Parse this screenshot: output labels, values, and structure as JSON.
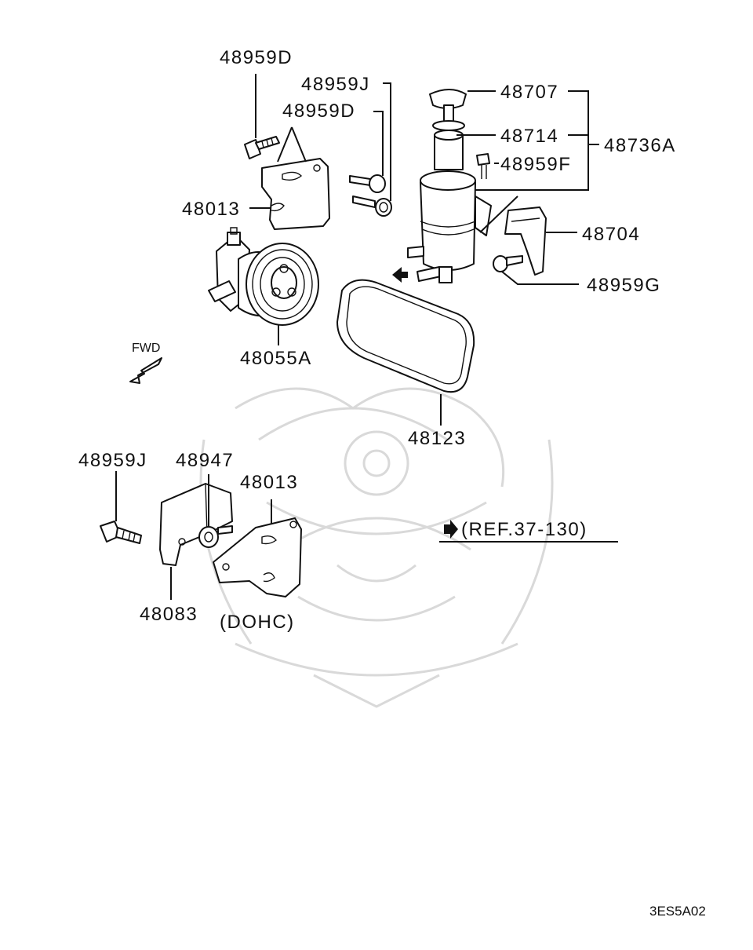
{
  "labels": {
    "p48959D_top": "48959D",
    "p48959J_top": "48959J",
    "p48959D_mid": "48959D",
    "p48013_top": "48013",
    "p48707": "48707",
    "p48714": "48714",
    "p48736A": "48736A",
    "p48959F": "48959F",
    "p48704": "48704",
    "p48959G": "48959G",
    "p48055A": "48055A",
    "p48123": "48123",
    "fwd": "FWD",
    "p48959J_bot": "48959J",
    "p48947": "48947",
    "p48013_bot": "48013",
    "p48083": "48083",
    "dohc": "(DOHC)",
    "ref": "(REF.37-130)",
    "diagram_code": "3ES5A02"
  },
  "icons": {
    "fwd_arrow": "fwd-arrow-icon",
    "ref_arrow": "right-arrow-icon",
    "rotation_arrow": "rotation-arrow-icon"
  },
  "colors": {
    "ink": "#111111",
    "watermark": "#d9d9d9",
    "background": "#ffffff"
  }
}
